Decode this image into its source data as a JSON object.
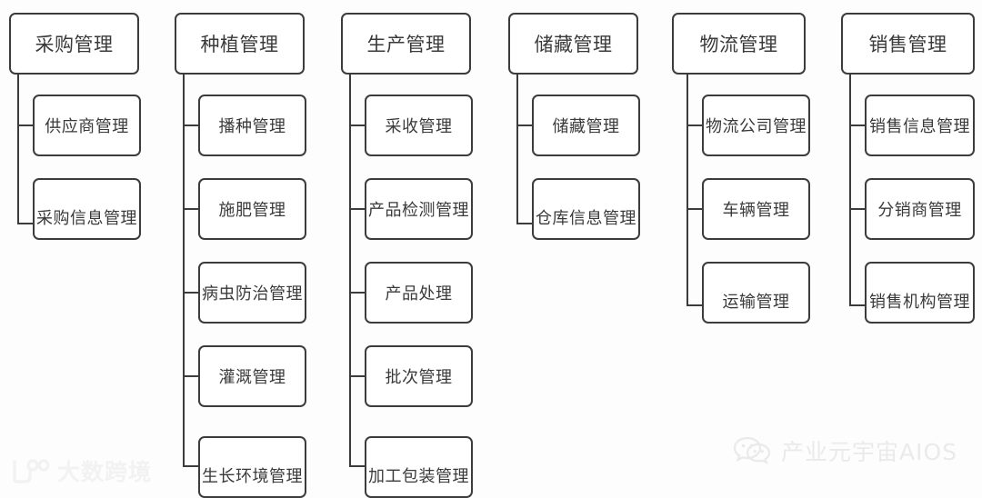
{
  "diagram": {
    "type": "hierarchy-columns",
    "background_color": "#fdfdfd",
    "box_border_color": "#3c3c3c",
    "text_color": "#3a3a3a",
    "columns": [
      {
        "root": "采购管理",
        "children": [
          "供应商管理",
          "采购信息管理"
        ]
      },
      {
        "root": "种植管理",
        "children": [
          "播种管理",
          "施肥管理",
          "病虫防治管理",
          "灌溉管理",
          "生长环境管理"
        ]
      },
      {
        "root": "生产管理",
        "children": [
          "采收管理",
          "产品检测管理",
          "产品处理",
          "批次管理",
          "加工包装管理"
        ]
      },
      {
        "root": "储藏管理",
        "children": [
          "储藏管理",
          "仓库信息管理"
        ]
      },
      {
        "root": "物流管理",
        "children": [
          "物流公司管理",
          "车辆管理",
          "运输管理"
        ]
      },
      {
        "root": "销售管理",
        "children": [
          "销售信息管理",
          "分销商管理",
          "销售机构管理"
        ]
      }
    ]
  },
  "watermarks": {
    "left": {
      "text": "大数跨境",
      "icon": "dashu-logo-icon",
      "color": "#f2f2f2"
    },
    "right": {
      "text": "产业元宇宙AIOS",
      "icon": "wechat-icon",
      "color": "#eaeaea"
    }
  }
}
